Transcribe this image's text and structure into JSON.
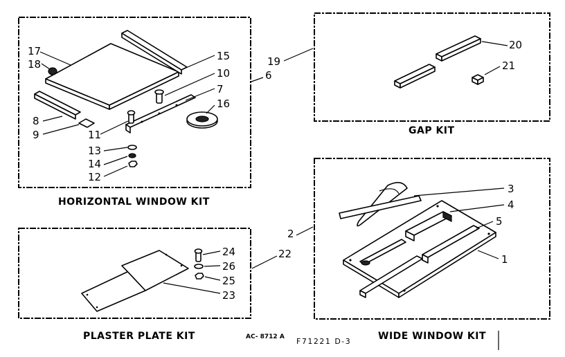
{
  "kits": {
    "horizontal": {
      "title": "HORIZONTAL WINDOW KIT",
      "kit_number": "6",
      "parts": [
        "17",
        "18",
        "15",
        "10",
        "7",
        "16",
        "8",
        "9",
        "11",
        "13",
        "14",
        "12"
      ]
    },
    "gap": {
      "title": "GAP KIT",
      "kit_number": "19",
      "parts": [
        "20",
        "21"
      ]
    },
    "plaster": {
      "title": "PLASTER PLATE KIT",
      "kit_number": "22",
      "parts": [
        "24",
        "26",
        "25",
        "23"
      ]
    },
    "wide": {
      "title": "WIDE WINDOW KIT",
      "kit_number": "2",
      "parts": [
        "3",
        "4",
        "5",
        "1"
      ]
    }
  },
  "footer": {
    "drawing_ref": "AC- 8712 A",
    "code": "F71221  D-3"
  },
  "colors": {
    "ink": "#000000",
    "paper": "#ffffff"
  }
}
